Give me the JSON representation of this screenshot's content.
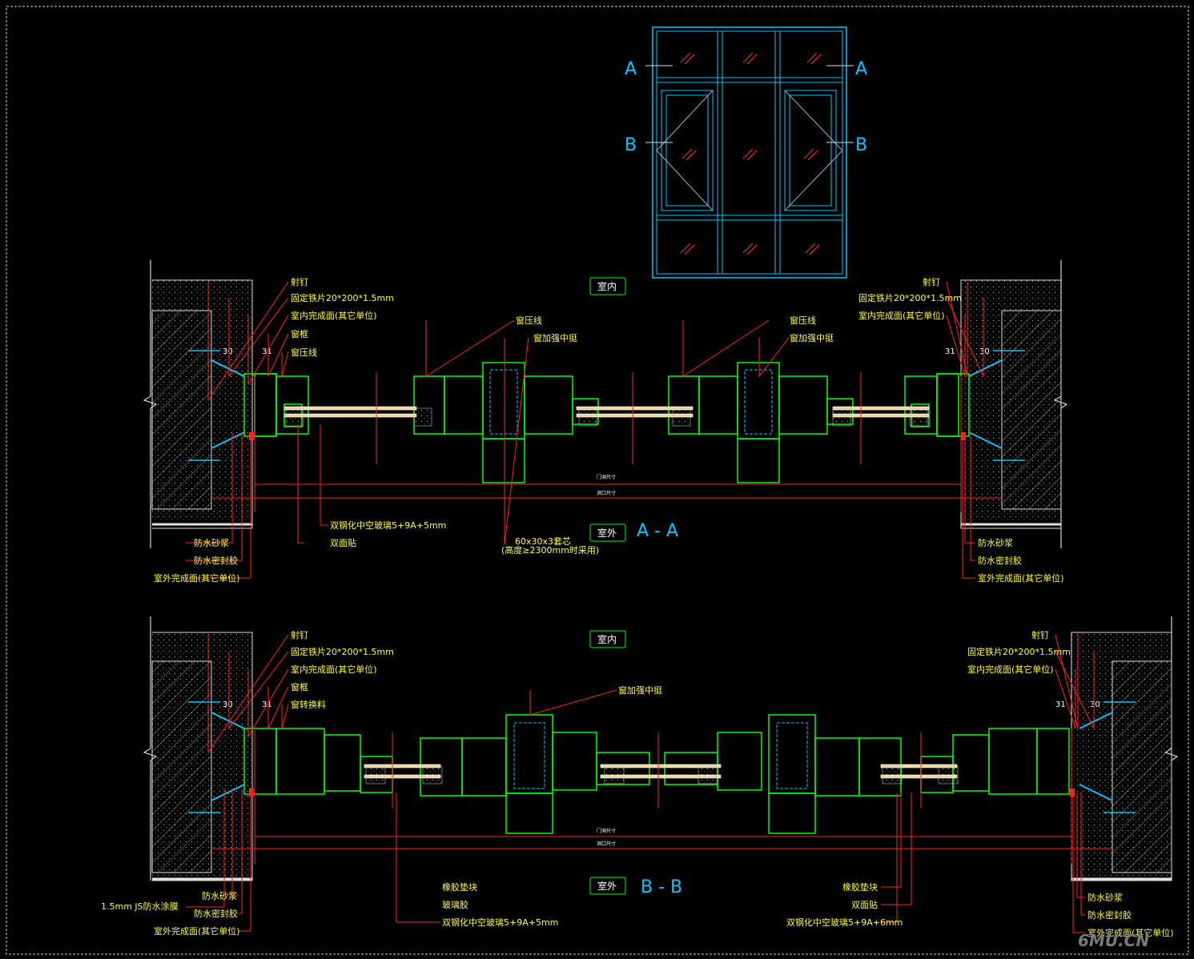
{
  "elevation": {
    "mark_a": "A",
    "mark_b": "B"
  },
  "section_aa": {
    "title": "A - A",
    "indoor": "室内",
    "outdoor": "室外",
    "left_labels": [
      "射钉",
      "固定铁片20*200*1.5mm",
      "室内完成面(其它单位)",
      "窗框",
      "窗压线"
    ],
    "right_labels": [
      "射钉",
      "固定铁片20*200*1.5mm",
      "室内完成面(其它单位)"
    ],
    "mid_labels_1": [
      "窗压线",
      "窗加强中挺"
    ],
    "mid_labels_2": [
      "窗压线",
      "窗加强中挺"
    ],
    "dim_30": "30",
    "dim_31": "31",
    "door_hole": "门洞尺寸",
    "opening": "洞口尺寸",
    "glass": "双钢化中空玻璃5+9A+5mm",
    "tape": "双面贴",
    "core_1": "60x30x3套芯",
    "core_2": "(高度≥2300mm时采用)",
    "bottom_left": [
      "防水砂浆",
      "防水密封胶",
      "室外完成面(其它单位)"
    ],
    "bottom_right": [
      "防水砂浆",
      "防水密封胶",
      "室外完成面(其它单位)"
    ]
  },
  "section_bb": {
    "title": "B - B",
    "indoor": "室内",
    "outdoor": "室外",
    "left_labels": [
      "射钉",
      "固定铁片20*200*1.5mm",
      "室内完成面(其它单位)",
      "窗框",
      "窗转换料"
    ],
    "right_labels": [
      "射钉",
      "固定铁片20*200*1.5mm",
      "室内完成面(其它单位)"
    ],
    "mid_label": "窗加强中挺",
    "dim_30": "30",
    "dim_31": "31",
    "door_hole": "门洞尺寸",
    "opening": "洞口尺寸",
    "center_labels": [
      "橡胶垫块",
      "玻璃胶",
      "双钢化中空玻璃5+9A+5mm"
    ],
    "right_center_labels": [
      "橡胶垫块",
      "双面贴",
      "双钢化中空玻璃5+9A+6mm"
    ],
    "bottom_left": [
      "1.5mm JS防水涂膜",
      "防水砂浆",
      "防水密封胶",
      "室外完成面(其它单位)"
    ],
    "bottom_right": [
      "防水砂浆",
      "防水密封胶",
      "室外完成面(其它单位)"
    ]
  },
  "watermark": "6MU.CN",
  "colors": {
    "frame": "#00ff00",
    "glass": "#00c8ff",
    "leader": "#ff2222",
    "label": "#ffff33",
    "wall": "#e8e8e8"
  }
}
